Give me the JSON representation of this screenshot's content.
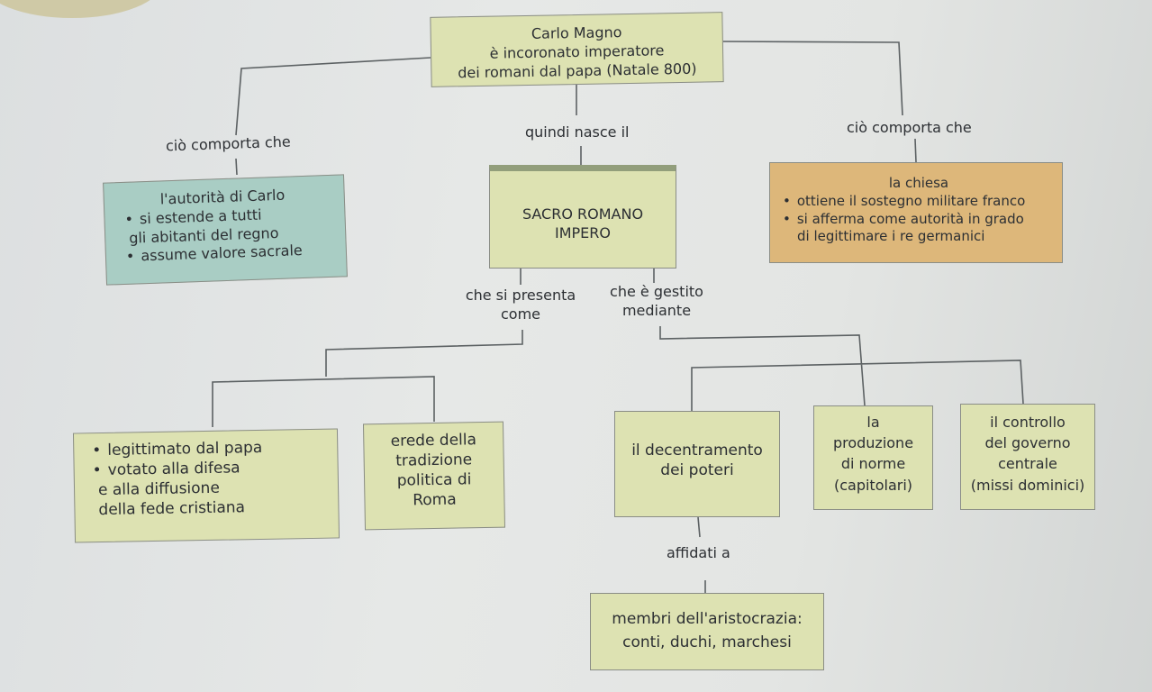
{
  "root": {
    "line1": "Carlo Magno",
    "line2": "è incoronato imperatore",
    "line3": "dei romani dal papa (Natale 800)"
  },
  "labels": {
    "left": "ciò comporta che",
    "center": "quindi nasce il",
    "right": "ciò comporta che",
    "presenta_1": "che si presenta",
    "presenta_2": "come",
    "gestito_1": "che è gestito",
    "gestito_2": "mediante",
    "affidati": "affidati a"
  },
  "autorita": {
    "title": "l'autorità di Carlo",
    "b1": "si estende a tutti",
    "b1_cont": "gli abitanti del regno",
    "b2": "assume valore sacrale"
  },
  "impero": {
    "line1": "SACRO ROMANO",
    "line2": "IMPERO"
  },
  "chiesa": {
    "title": "la chiesa",
    "b1": "ottiene il sostegno militare franco",
    "b2": "si afferma come autorità in grado",
    "b2_cont": "di legittimare i re germanici"
  },
  "legittimato": {
    "b1": "legittimato dal papa",
    "b2": "votato alla difesa",
    "b2_cont1": "e alla diffusione",
    "b2_cont2": "della fede cristiana"
  },
  "erede": {
    "l1": "erede della",
    "l2": "tradizione",
    "l3": "politica di",
    "l4": "Roma"
  },
  "decentramento": {
    "l1": "il decentramento",
    "l2": "dei poteri"
  },
  "produzione": {
    "l1": "la",
    "l2": "produzione",
    "l3": "di norme",
    "l4": "(capitolari)"
  },
  "controllo": {
    "l1": "il controllo",
    "l2": "del governo",
    "l3": "centrale",
    "l4": "(missi dominici)"
  },
  "aristocrazia": {
    "l1": "membri dell'aristocrazia:",
    "l2": "conti, duchi, marchesi"
  }
}
